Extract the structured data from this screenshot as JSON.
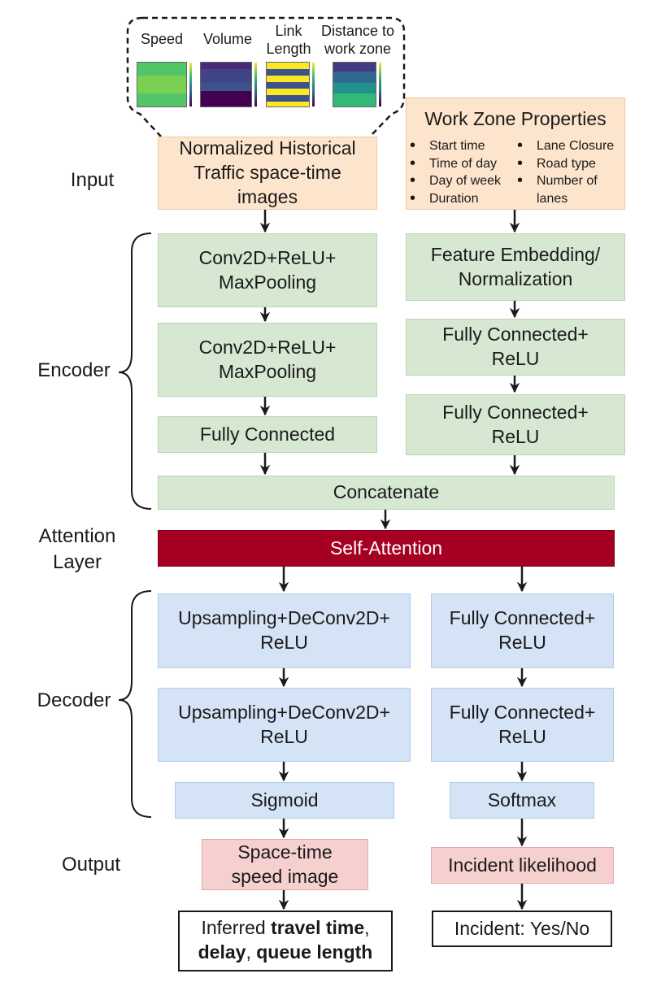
{
  "layers": {
    "input": "Input",
    "encoder": "Encoder",
    "attention": "Attention\nLayer",
    "decoder": "Decoder",
    "output": "Output"
  },
  "thumbnails": [
    {
      "label": "Speed"
    },
    {
      "label": "Volume"
    },
    {
      "label": "Link\nLength"
    },
    {
      "label": "Distance to\nwork zone"
    }
  ],
  "left_branch": {
    "input": "Normalized Historical\nTraffic space-time\nimages",
    "conv1": "Conv2D+ReLU+\nMaxPooling",
    "conv2": "Conv2D+ReLU+\nMaxPooling",
    "fc": "Fully Connected"
  },
  "right_branch": {
    "wzp_title": "Work Zone Properties",
    "wzp_col1": [
      "Start time",
      "Time of day",
      "Day of week",
      "Duration"
    ],
    "wzp_col2": [
      "Lane Closure",
      "Road type",
      "Number of lanes"
    ],
    "embed": "Feature Embedding/\nNormalization",
    "fc1": "Fully Connected+\nReLU",
    "fc2": "Fully Connected+\nReLU"
  },
  "concatenate": "Concatenate",
  "self_attention": "Self-Attention",
  "decoder_left": {
    "up1": "Upsampling+DeConv2D+\nReLU",
    "up2": "Upsampling+DeConv2D+\nReLU",
    "act": "Sigmoid"
  },
  "decoder_right": {
    "fc1": "Fully Connected+\nReLU",
    "fc2": "Fully Connected+\nReLU",
    "act": "Softmax"
  },
  "outputs": {
    "left": "Space-time\nspeed image",
    "right": "Incident likelihood"
  },
  "results": {
    "left_prefix": "Inferred ",
    "left_bold1": "travel time",
    "left_sep1": ",",
    "left_bold2": "delay",
    "left_sep2": ", ",
    "left_bold3": "queue length",
    "right": "Incident: Yes/No"
  },
  "colors": {
    "input": "#fde4cc",
    "encoder": "#d6e8d2",
    "attention": "#a50021",
    "decoder": "#d4e3f5",
    "output": "#f6cfcf"
  }
}
